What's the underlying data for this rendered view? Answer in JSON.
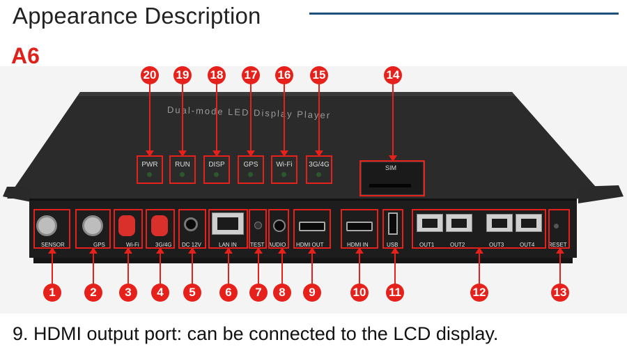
{
  "header": {
    "title": "Appearance Description",
    "model": "A6"
  },
  "device": {
    "top_label": "Dual-mode LED Display Player",
    "leds": [
      "PWR",
      "RUN",
      "DISP",
      "GPS",
      "Wi-Fi",
      "3G/4G"
    ],
    "sim_label": "SIM",
    "ports": [
      "SENSOR",
      "GPS",
      "Wi-Fi",
      "3G/4G",
      "DC 12V",
      "LAN IN",
      "TEST",
      "AUDIO",
      "HDMI OUT",
      "HDMI IN",
      "USB",
      "OUT1",
      "OUT2",
      "OUT3",
      "OUT4",
      "RESET"
    ]
  },
  "callouts": {
    "bottom": [
      "1",
      "2",
      "3",
      "4",
      "5",
      "6",
      "7",
      "8",
      "9",
      "10",
      "11",
      "12",
      "13"
    ],
    "top": [
      "20",
      "19",
      "18",
      "17",
      "16",
      "15",
      "14"
    ]
  },
  "caption": {
    "text": "9.   HDMI output port: can be connected to the LCD display."
  },
  "colors": {
    "accent": "#e6201b",
    "title_line": "#1f4f7a"
  }
}
